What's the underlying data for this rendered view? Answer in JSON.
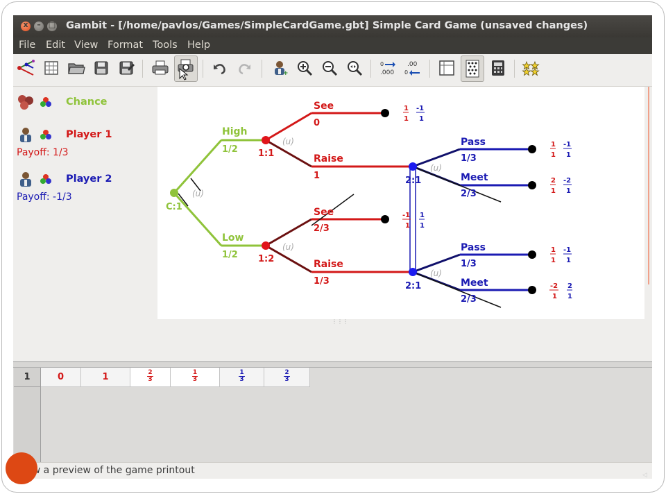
{
  "window": {
    "title": "Gambit - [/home/pavlos/Games/SimpleCardGame.gbt] Simple Card Game (unsaved changes)",
    "close_glyph": "x",
    "minimize_glyph": "–",
    "maximize_glyph": "□"
  },
  "menu": [
    "File",
    "Edit",
    "View",
    "Format",
    "Tools",
    "Help"
  ],
  "toolbar": {
    "icons": [
      "gambit-logo-icon",
      "new-table-icon",
      "open-folder-icon",
      "save-icon",
      "save-as-icon",
      "print-icon",
      "print-preview-icon",
      "undo-icon",
      "redo-icon",
      "add-player-icon",
      "zoom-in-icon",
      "zoom-out-icon",
      "zoom-fit-icon",
      "decimal-places-increase-icon",
      "decimal-places-decrease-icon",
      "tree-view-icon",
      "strategic-view-icon",
      "calculator-icon",
      "equilibria-icon"
    ],
    "pressed": "print-preview-icon",
    "decimals_up_text": ".000",
    "decimals_down_text": ".00"
  },
  "players": {
    "chance": {
      "name": "Chance",
      "color": "#8fc33a"
    },
    "player1": {
      "name": "Player 1",
      "color": "#d31818",
      "payoff": "Payoff: 1/3"
    },
    "player2": {
      "name": "Player 2",
      "color": "#1b1bb3",
      "payoff": "Payoff: -1/3"
    }
  },
  "tree": {
    "unknown_label": "(u)",
    "chance_node": {
      "label": "C:1"
    },
    "nodes": [
      {
        "id": "high",
        "label": "1:1",
        "action": "High",
        "prob": "1/2"
      },
      {
        "id": "low",
        "label": "1:2",
        "action": "Low",
        "prob": "1/2"
      },
      {
        "id": "p2a",
        "label": "2:1"
      },
      {
        "id": "p2b",
        "label": "2:1"
      }
    ],
    "branches": {
      "high_see": {
        "action": "See",
        "prob": "0"
      },
      "high_raise": {
        "action": "Raise",
        "prob": "1"
      },
      "low_see": {
        "action": "See",
        "prob": "2/3"
      },
      "low_raise": {
        "action": "Raise",
        "prob": "1/3"
      },
      "a_pass": {
        "action": "Pass",
        "prob": "1/3"
      },
      "a_meet": {
        "action": "Meet",
        "prob": "2/3"
      },
      "b_pass": {
        "action": "Pass",
        "prob": "1/3"
      },
      "b_meet": {
        "action": "Meet",
        "prob": "2/3"
      }
    },
    "payoffs": [
      {
        "p1n": "1",
        "p1d": "1",
        "p2n": "-1",
        "p2d": "1"
      },
      {
        "p1n": "1",
        "p1d": "1",
        "p2n": "-1",
        "p2d": "1"
      },
      {
        "p1n": "2",
        "p1d": "1",
        "p2n": "-2",
        "p2d": "1"
      },
      {
        "p1n": "-1",
        "p1d": "1",
        "p2n": "1",
        "p2d": "1"
      },
      {
        "p1n": "1",
        "p1d": "1",
        "p2n": "-1",
        "p2d": "1"
      },
      {
        "p1n": "-2",
        "p1d": "1",
        "p2n": "2",
        "p2d": "1"
      }
    ]
  },
  "profile_table": {
    "row_label": "1",
    "cells": [
      {
        "text": "0",
        "color": "#d31818"
      },
      {
        "text": "1",
        "color": "#d31818"
      },
      {
        "num": "2",
        "den": "3",
        "color": "#d31818"
      },
      {
        "num": "1",
        "den": "3",
        "color": "#d31818"
      },
      {
        "num": "1",
        "den": "3",
        "color": "#1b1bb3"
      },
      {
        "num": "2",
        "den": "3",
        "color": "#1b1bb3"
      }
    ]
  },
  "status": "View a preview of the game printout"
}
